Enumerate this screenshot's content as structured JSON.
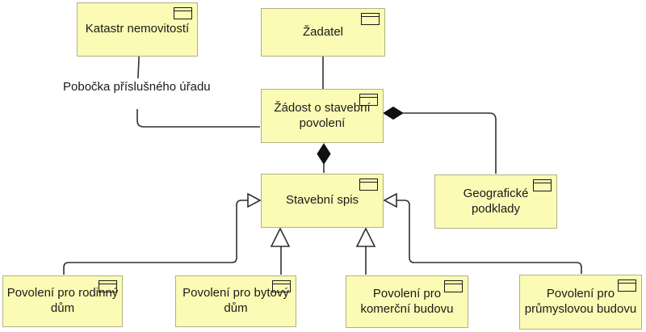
{
  "diagram": {
    "colors": {
      "node_fill": "#fbfbb5",
      "node_border": "#b2b181",
      "line_color": "#303030",
      "text_color": "#1a1a1a",
      "canvas_bg": "#ffffff"
    },
    "nodes": {
      "katastr": {
        "label": "Katastr nemovitostí",
        "icon": "business-object-icon"
      },
      "zadatel": {
        "label": "Žadatel",
        "icon": "business-object-icon"
      },
      "zadost": {
        "label": "Žádost o stavební povolení",
        "icon": "business-object-icon"
      },
      "geograficke": {
        "label": "Geografické podklady",
        "icon": "business-object-icon"
      },
      "stavebni": {
        "label": "Stavební spis",
        "icon": "business-object-icon"
      },
      "rodinny": {
        "label": "Povolení pro rodinný dům",
        "icon": "business-object-icon"
      },
      "bytovy": {
        "label": "Povolení pro bytový dům",
        "icon": "business-object-icon"
      },
      "komercni": {
        "label": "Povolení pro komerční budovu",
        "icon": "business-object-icon"
      },
      "prumyslova": {
        "label": "Povolení pro průmyslovou budovu",
        "icon": "business-object-icon"
      }
    },
    "edges": [
      {
        "id": "zadatel-zadost",
        "type": "association",
        "from": "Žadatel",
        "to": "Žádost o stavební povolení",
        "label": ""
      },
      {
        "id": "katastr-zadost",
        "type": "association",
        "from": "Katastr nemovitostí",
        "to": "Žádost o stavební povolení",
        "label": "Pobočka příslušného úřadu"
      },
      {
        "id": "zadost-geograficke",
        "type": "composition",
        "from": "Žádost o stavební povolení",
        "to": "Geografické podklady",
        "label": ""
      },
      {
        "id": "zadost-stavebni",
        "type": "composition",
        "from": "Žádost o stavební povolení",
        "to": "Stavební spis",
        "label": ""
      },
      {
        "id": "rodinny-stavebni",
        "type": "specialization",
        "from": "Povolení pro rodinný dům",
        "to": "Stavební spis",
        "label": ""
      },
      {
        "id": "bytovy-stavebni",
        "type": "specialization",
        "from": "Povolení pro bytový dům",
        "to": "Stavební spis",
        "label": ""
      },
      {
        "id": "komercni-stavebni",
        "type": "specialization",
        "from": "Povolení pro komerční budovu",
        "to": "Stavební spis",
        "label": ""
      },
      {
        "id": "prumyslova-stavebni",
        "type": "specialization",
        "from": "Povolení pro průmyslovou budovu",
        "to": "Stavební spis",
        "label": ""
      }
    ]
  }
}
